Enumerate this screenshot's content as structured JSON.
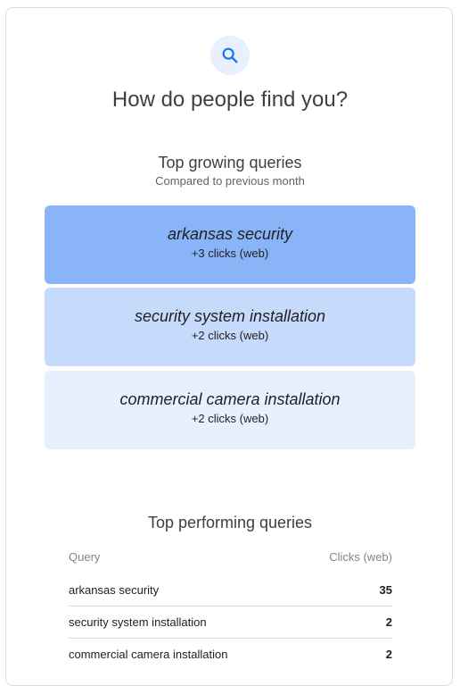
{
  "header": {
    "icon": "search-icon",
    "title": "How do people find you?"
  },
  "growing": {
    "title": "Top growing queries",
    "subtitle": "Compared to previous month",
    "items": [
      {
        "query": "arkansas security",
        "clicks": "+3 clicks (web)",
        "color": "#8ab4f8"
      },
      {
        "query": "security system installation",
        "clicks": "+2 clicks (web)",
        "color": "#c6dafc"
      },
      {
        "query": "commercial camera installation",
        "clicks": "+2 clicks (web)",
        "color": "#e8f0fe"
      }
    ]
  },
  "performing": {
    "title": "Top performing queries",
    "columns": {
      "query": "Query",
      "clicks": "Clicks (web)"
    },
    "rows": [
      {
        "query": "arkansas security",
        "clicks": "35"
      },
      {
        "query": "security system installation",
        "clicks": "2"
      },
      {
        "query": "commercial camera installation",
        "clicks": "2"
      }
    ]
  },
  "colors": {
    "accent": "#1a73e8",
    "icon_bg": "#e8f0fe"
  }
}
